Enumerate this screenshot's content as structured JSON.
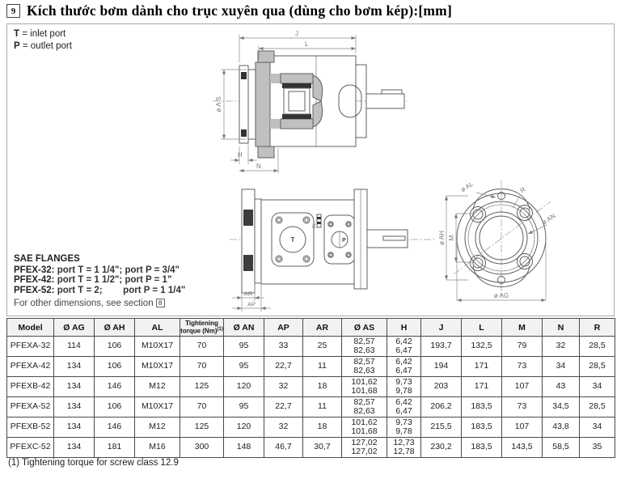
{
  "page": {
    "section_number": "9",
    "title": "Kích thước bơm dành cho trục xuyên qua (dùng cho bơm kép):[mm]",
    "footnote": "(1) Tightening torque for screw class 12.9"
  },
  "legend": {
    "t_symbol": "T",
    "t_desc": "= inlet port",
    "p_symbol": "P",
    "p_desc": "= outlet port"
  },
  "sae": {
    "heading": "SAE FLANGES",
    "lines": [
      {
        "model": "PFEX-32:",
        "detail": "port T = 1 1/4\"; port P = 3/4\""
      },
      {
        "model": "PFEX-42:",
        "detail": "port T = 1 1/2\"; port P = 1\""
      },
      {
        "model": "PFEX-52:",
        "detail": "port T = 2;        port P = 1 1/4\""
      }
    ],
    "note_text": "For other dimensions, see section",
    "note_section": "8"
  },
  "drawings": {
    "side_section": {
      "j": "J",
      "l": "L",
      "as": "ø A S",
      "h": "H",
      "n": "N"
    },
    "top_view": {
      "t": "T",
      "p": "P",
      "al": "AL",
      "ar": "AR",
      "ap": "AP"
    },
    "flange_view": {
      "al": "ø AL",
      "r": "R",
      "an": "ø AN",
      "ah": "ø AH",
      "m": "M",
      "ag": "ø AG"
    }
  },
  "table": {
    "columns": [
      "Model",
      "Ø AG",
      "Ø AH",
      "AL",
      "Tightening torque (Nm)",
      "Ø AN",
      "AP",
      "AR",
      "Ø AS",
      "H",
      "J",
      "L",
      "M",
      "N",
      "R"
    ],
    "torque_sup": "(1)",
    "rows": [
      [
        "PFEXA-32",
        "114",
        "106",
        "M10X17",
        "70",
        "95",
        "33",
        "25",
        "82,57\n82,63",
        "6,42\n6,47",
        "193,7",
        "132,5",
        "79",
        "32",
        "28,5"
      ],
      [
        "PFEXA-42",
        "134",
        "106",
        "M10X17",
        "70",
        "95",
        "22,7",
        "11",
        "82,57\n82,63",
        "6,42\n6,47",
        "194",
        "171",
        "73",
        "34",
        "28,5"
      ],
      [
        "PFEXB-42",
        "134",
        "146",
        "M12",
        "125",
        "120",
        "32",
        "18",
        "101,62\n101,68",
        "9,73\n9,78",
        "203",
        "171",
        "107",
        "43",
        "34"
      ],
      [
        "PFEXA-52",
        "134",
        "106",
        "M10X17",
        "70",
        "95",
        "22,7",
        "11",
        "82,57\n82,63",
        "6,42\n6,47",
        "206,2",
        "183,5",
        "73",
        "34,5",
        "28,5"
      ],
      [
        "PFEXB-52",
        "134",
        "146",
        "M12",
        "125",
        "120",
        "32",
        "18",
        "101,62\n101,68",
        "9,73\n9,78",
        "215,5",
        "183,5",
        "107",
        "43,8",
        "34"
      ],
      [
        "PFEXC-52",
        "134",
        "181",
        "M16",
        "300",
        "148",
        "46,7",
        "30,7",
        "127,02\n127,02",
        "12,73\n12,78",
        "230,2",
        "183,5",
        "143,5",
        "58,5",
        "35"
      ]
    ]
  }
}
